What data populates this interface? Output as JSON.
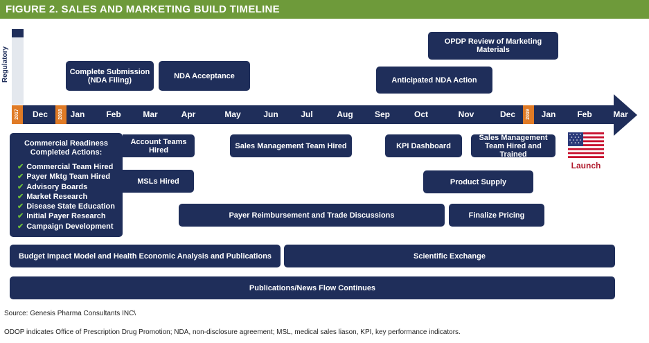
{
  "title": "FIGURE 2. SALES AND MARKETING BUILD TIMELINE",
  "regulatory_label": "Regulatory",
  "years": [
    "2017",
    "2018",
    "2019"
  ],
  "months": [
    "Dec",
    "Jan",
    "Feb",
    "Mar",
    "Apr",
    "May",
    "Jun",
    "Jul",
    "Aug",
    "Sep",
    "Oct",
    "Nov",
    "Dec",
    "Jan",
    "Feb",
    "Mar"
  ],
  "regulatory_boxes": {
    "complete_submission": "Complete Submission (NDA Filing)",
    "nda_acceptance": "NDA Acceptance",
    "anticipated_nda_action": "Anticipated NDA Action",
    "opdp_review": "OPDP Review of Marketing Materials"
  },
  "commercial_readiness": {
    "title": "Commercial Readiness Completed Actions:",
    "items": [
      "Commercial Team Hired",
      "Payer Mktg Team Hired",
      "Advisory Boards",
      "Market Research",
      "Disease State Education",
      "Initial Payer Research",
      "Campaign Development"
    ]
  },
  "commercial_boxes": {
    "account_teams": "Account Teams Hired",
    "msls_hired": "MSLs Hired",
    "sales_mgmt_hired": "Sales Management Team Hired",
    "kpi_dashboard": "KPI Dashboard",
    "sales_mgmt_trained": "Sales Management Team Hired and Trained",
    "product_supply": "Product Supply",
    "payer_reimbursement": "Payer Reimbursement and Trade Discussions",
    "finalize_pricing": "Finalize Pricing",
    "budget_impact": "Budget Impact Model and Health Economic Analysis and Publications",
    "scientific_exchange": "Scientific Exchange",
    "publications": "Publications/News Flow Continues"
  },
  "launch_label": "Launch",
  "source": "Source: Genesis Pharma Consultants INC\\",
  "footnote": "ODOP indicates Office of Prescription Drug Promotion; NDA, non-disclosure agreement; MSL, medical sales liason, KPI, key performance indicators.",
  "colors": {
    "navy": "#1f2e5a",
    "green": "#6e9a3a",
    "orange": "#e07b26",
    "red": "#b01c2e"
  }
}
